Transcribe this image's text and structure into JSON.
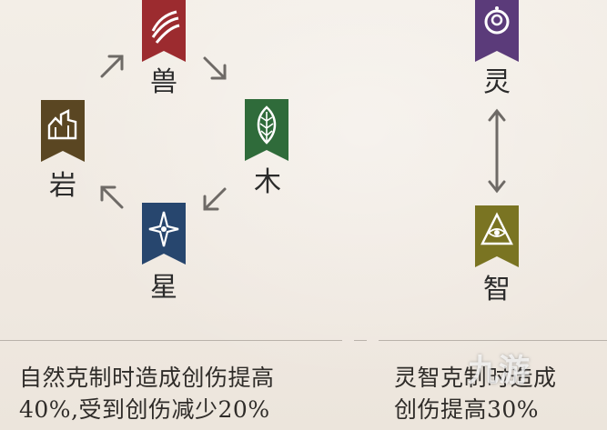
{
  "elements": {
    "beast": {
      "label": "兽",
      "color": "#9c2b2f",
      "icon": "claw-marks-icon"
    },
    "wood": {
      "label": "木",
      "color": "#2f6b3a",
      "icon": "leaf-icon"
    },
    "star": {
      "label": "星",
      "color": "#27466e",
      "icon": "star-icon"
    },
    "rock": {
      "label": "岩",
      "color": "#5a4622",
      "icon": "rock-icon"
    },
    "spirit": {
      "label": "灵",
      "color": "#5b3b7a",
      "icon": "swirl-orb-icon"
    },
    "wisdom": {
      "label": "智",
      "color": "#7a7422",
      "icon": "all-seeing-eye-icon"
    }
  },
  "descriptions": {
    "nature": [
      "自然克制时造成创伤提高",
      "40%,受到创伤减少20%"
    ],
    "spirit_wisdom": [
      "灵智克制时造成",
      "创伤提高30%"
    ]
  },
  "watermark": {
    "text": "九游"
  }
}
